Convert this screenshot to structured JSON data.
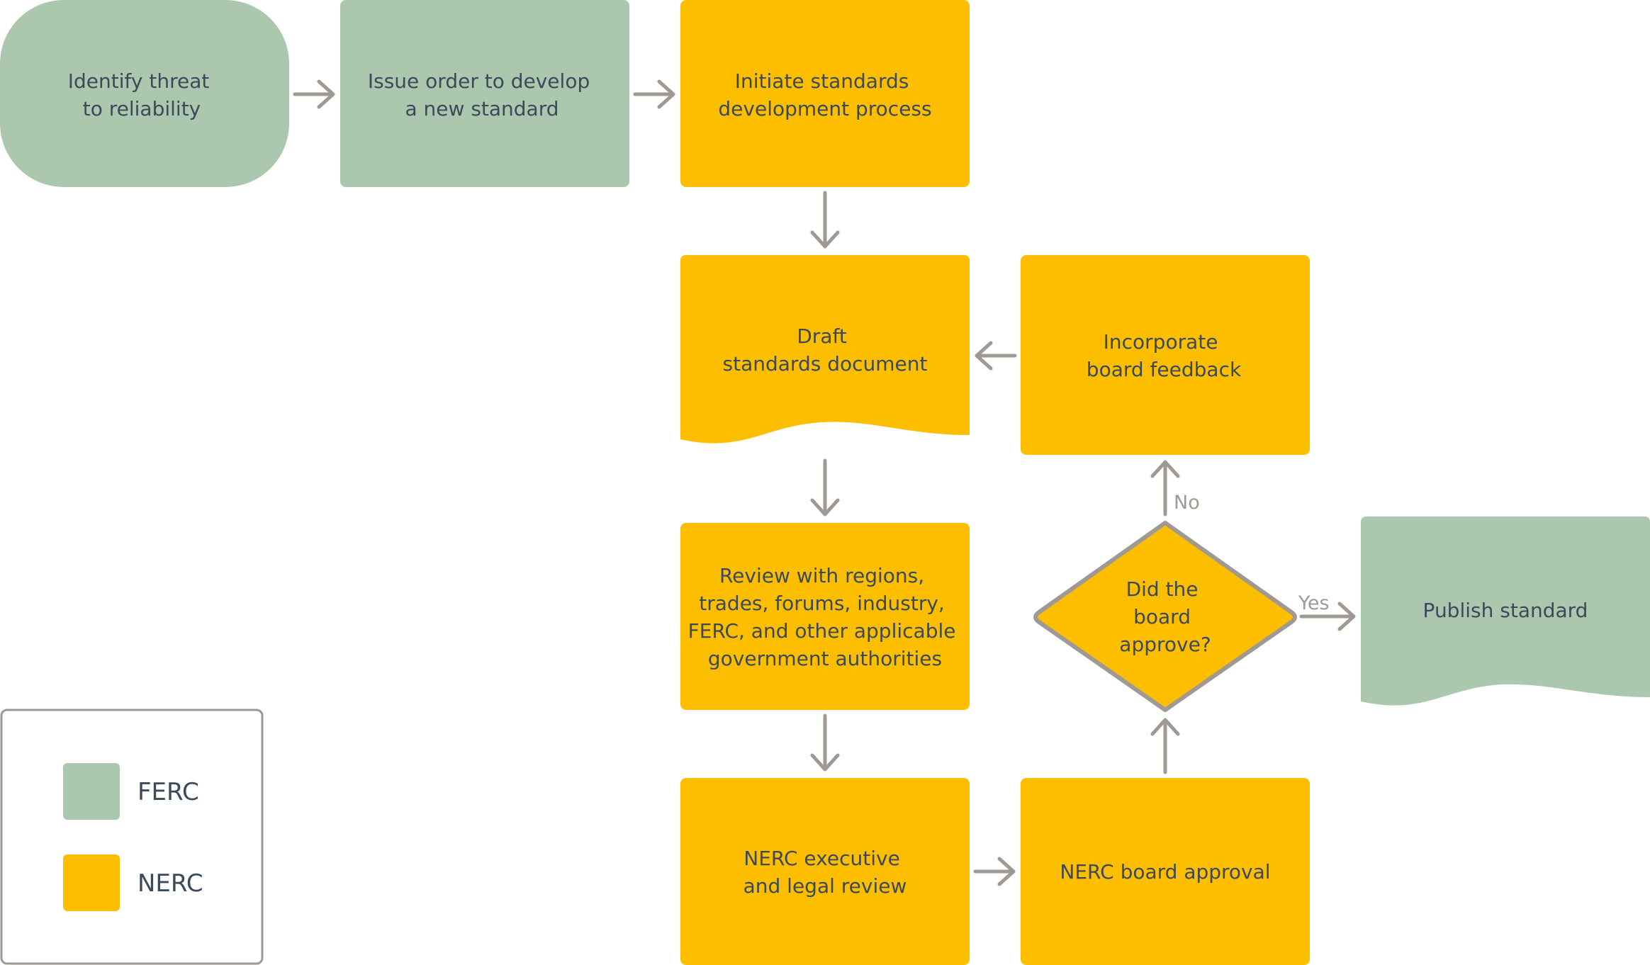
{
  "colors": {
    "ferc": "#abc8af",
    "nerc": "#fdbe00",
    "arrow": "#a09892",
    "text": "#3b4a5a",
    "legend_border": "#a09892"
  },
  "nodes": {
    "identify_threat": [
      "Identify threat",
      "to reliability"
    ],
    "issue_order": [
      "Issue order to develop",
      "a new standard"
    ],
    "initiate_process": [
      "Initiate standards",
      "development process"
    ],
    "draft_document": [
      "Draft",
      "standards document"
    ],
    "incorporate_feedback": [
      "Incorporate",
      "board feedback"
    ],
    "review": [
      "Review with regions,",
      "trades, forums, industry,",
      "FERC, and other applicable",
      "government authorities"
    ],
    "decision": [
      "Did the",
      "board",
      "approve?"
    ],
    "publish": [
      "Publish standard"
    ],
    "executive_review": [
      "NERC executive",
      "and legal review"
    ],
    "board_approval": [
      "NERC board approval"
    ]
  },
  "edge_labels": {
    "no": "No",
    "yes": "Yes"
  },
  "legend": {
    "ferc": "FERC",
    "nerc": "NERC"
  }
}
